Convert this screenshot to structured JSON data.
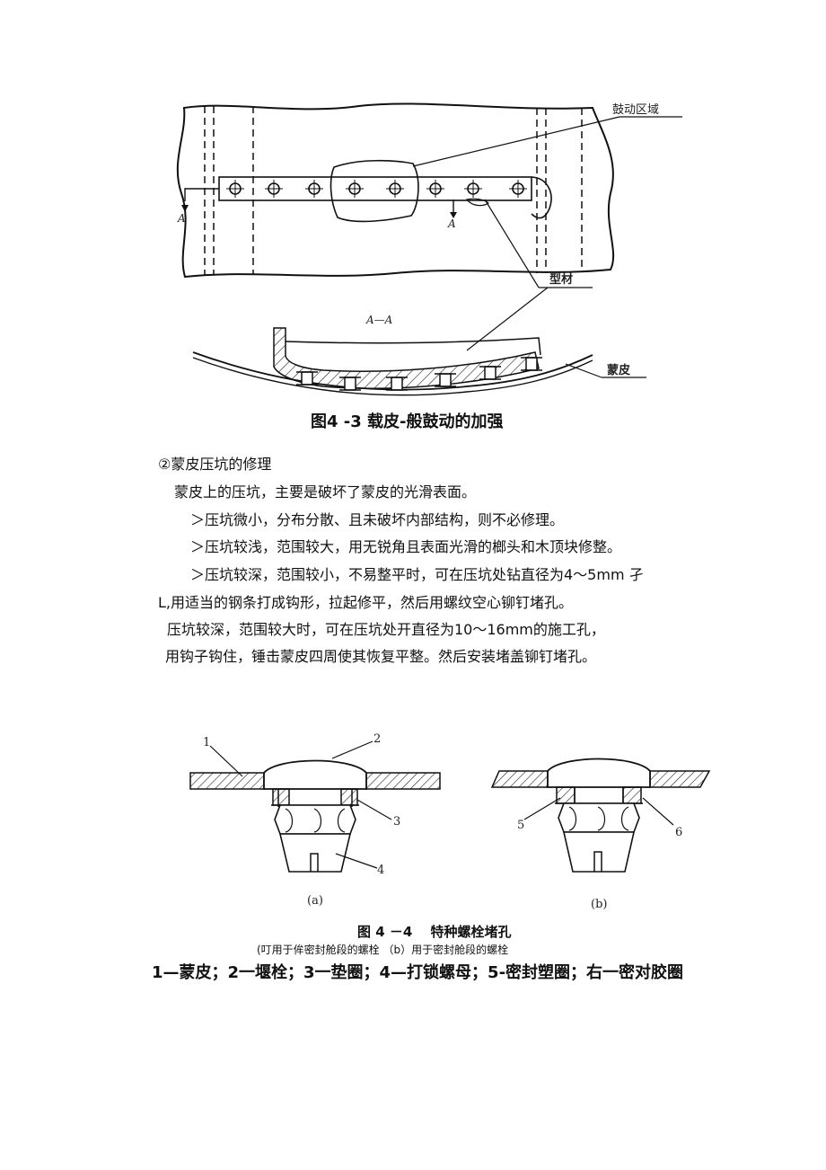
{
  "figure1": {
    "label_drum_zone": "鼓动区域",
    "label_section_a": "A",
    "label_profile": "型材",
    "label_section": "A—A",
    "label_skin": "蒙皮",
    "caption": "图4 -3 载皮-般鼓动的加强"
  },
  "text": {
    "heading": "②蒙皮压坑的修理",
    "para1": "蒙皮上的压坑，主要是破坏了蒙皮的光滑表面。",
    "bullet1": "＞压坑微小，分布分散、且未破坏内部结构，则不必修理。",
    "bullet2": "＞压坑较浅，范围较大，用无锐角且表面光滑的榔头和木顶块修整。",
    "bullet3": "＞压坑较深，范围较小，不易整平时，可在压坑处钻直径为4～5mm 孑",
    "bullet3_cont": "L,用适当的钢条打成钩形，拉起修平，然后用螺纹空心铆钉堵孔。",
    "para2": "压坑较深，范围较大时，可在压坑处开直径为10～16mm的施工孔，",
    "para2_cont": "用钩子钩住，锤击蒙皮四周使其恢复平整。然后安装堵盖铆钉堵孔。"
  },
  "figure2": {
    "num1": "1",
    "num2": "2",
    "num3": "3",
    "num4": "4",
    "num5": "5",
    "num6": "6",
    "sub_a": "(a)",
    "sub_b": "(b)",
    "caption": "图 4 －4　 特种螺栓堵孔",
    "subcaption": "(叮用于侔密封舱段的螺栓 （b）用于密封舱段的螺栓",
    "legend": "1—蒙皮；2一堰栓；3一垫圈；4—打锁螺母；5-密封塑圈；右一密对胶圈"
  }
}
